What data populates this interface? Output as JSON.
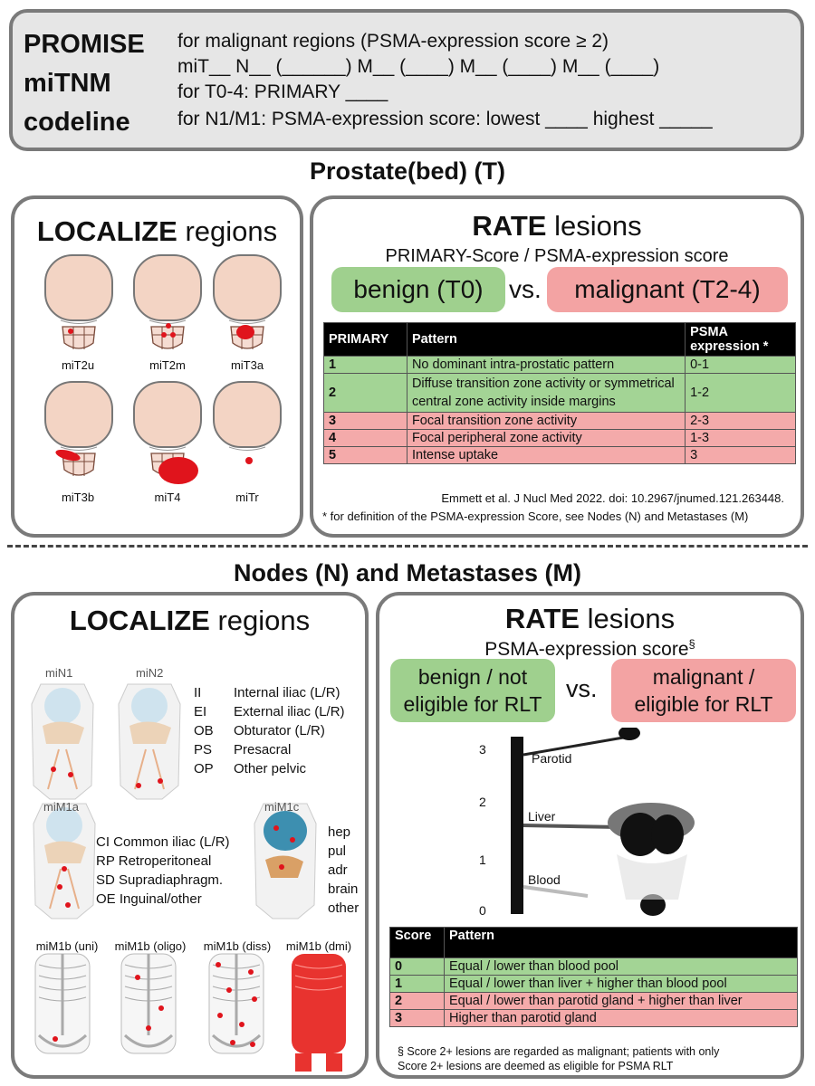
{
  "header": {
    "title_lines": [
      "PROMISE",
      "miTNM",
      "codeline"
    ],
    "lines": [
      "for malignant regions (PSMA-expression score ≥ 2)",
      "miT__ N__ (______) M__ (____) M__ (____) M__ (____)",
      "for T0-4: PRIMARY ____",
      "for N1/M1: PSMA-expression score: lowest ____ highest _____"
    ]
  },
  "prostate": {
    "section_title": "Prostate(bed) (T)",
    "localize": {
      "title_bold": "LOCALIZE",
      "title_rest": " regions",
      "labels": [
        "miT2u",
        "miT2m",
        "miT3a",
        "miT3b",
        "miT4",
        "miTr"
      ]
    },
    "rate": {
      "title_bold": "RATE",
      "title_rest": " lesions",
      "subtitle": "PRIMARY-Score / PSMA-expression score",
      "benign": "benign (T0)",
      "vs": "vs.",
      "malignant": "malignant (T2-4)",
      "table_headers": [
        "PRIMARY",
        "Pattern",
        "PSMA expression *"
      ],
      "table_rows": [
        {
          "score": "1",
          "pattern": "No dominant intra-prostatic pattern",
          "psma": "0-1"
        },
        {
          "score": "2",
          "pattern": "Diffuse transition zone activity or symmetrical central zone activity inside margins",
          "psma": "1-2"
        },
        {
          "score": "3",
          "pattern": "Focal transition zone activity",
          "psma": "2-3"
        },
        {
          "score": "4",
          "pattern": "Focal peripheral zone activity",
          "psma": "1-3"
        },
        {
          "score": "5",
          "pattern": "Intense uptake",
          "psma": "3"
        }
      ],
      "citation": "Emmett et al. J Nucl Med 2022. doi: 10.2967/jnumed.121.263448.",
      "footnote": "* for definition of the PSMA-expression Score, see Nodes (N) and Metastases (M)"
    }
  },
  "nodes": {
    "section_title": "Nodes (N) and Metastases (M)",
    "localize": {
      "title_bold": "LOCALIZE",
      "title_rest": " regions",
      "n_labels": [
        "miN1",
        "miN2"
      ],
      "n_regions": [
        {
          "abbr": "II",
          "name": "Internal iliac (L/R)"
        },
        {
          "abbr": "EI",
          "name": "External iliac (L/R)"
        },
        {
          "abbr": "OB",
          "name": "Obturator (L/R)"
        },
        {
          "abbr": "PS",
          "name": "Presacral"
        },
        {
          "abbr": "OP",
          "name": "Other pelvic"
        }
      ],
      "m1a_label": "miM1a",
      "m1a_regions": [
        "CI Common iliac (L/R)",
        "RP Retroperitoneal",
        "SD Supradiaphragm.",
        "OE Inguinal/other"
      ],
      "m1c_label": "miM1c",
      "m1c_regions": [
        "hep",
        "pul",
        "adr",
        "brain",
        "other"
      ],
      "m1b_labels": [
        "miM1b (uni)",
        "miM1b (oligo)",
        "miM1b (diss)",
        "miM1b (dmi)"
      ]
    },
    "rate": {
      "title_bold": "RATE",
      "title_rest": " lesions",
      "subtitle": "PSMA-expression score",
      "subtitle_mark": "§",
      "benign": [
        "benign / not",
        "eligible for RLT"
      ],
      "vs": "vs.",
      "malignant": [
        "malignant /",
        "eligible for RLT"
      ],
      "scale_ticks": [
        "3",
        "2",
        "1",
        "0"
      ],
      "scale_labels": [
        "Parotid",
        "Liver",
        "Blood"
      ],
      "table_headers": [
        "Score",
        "Pattern"
      ],
      "table_rows": [
        {
          "score": "0",
          "pattern": "Equal / lower than blood pool"
        },
        {
          "score": "1",
          "pattern": "Equal / lower than liver + higher than blood pool"
        },
        {
          "score": "2",
          "pattern": "Equal / lower than parotid gland + higher than liver"
        },
        {
          "score": "3",
          "pattern": "Higher than parotid gland"
        }
      ],
      "footnote_lines": [
        "§ Score 2+ lesions are regarded as malignant; patients with only",
        "Score 2+ lesions are deemed as eligible for PSMA RLT"
      ]
    }
  },
  "colors": {
    "benign": "#9fd08e",
    "malignant": "#f3a3a3",
    "lesion": "#e0141c",
    "border": "#7a7a7a"
  }
}
